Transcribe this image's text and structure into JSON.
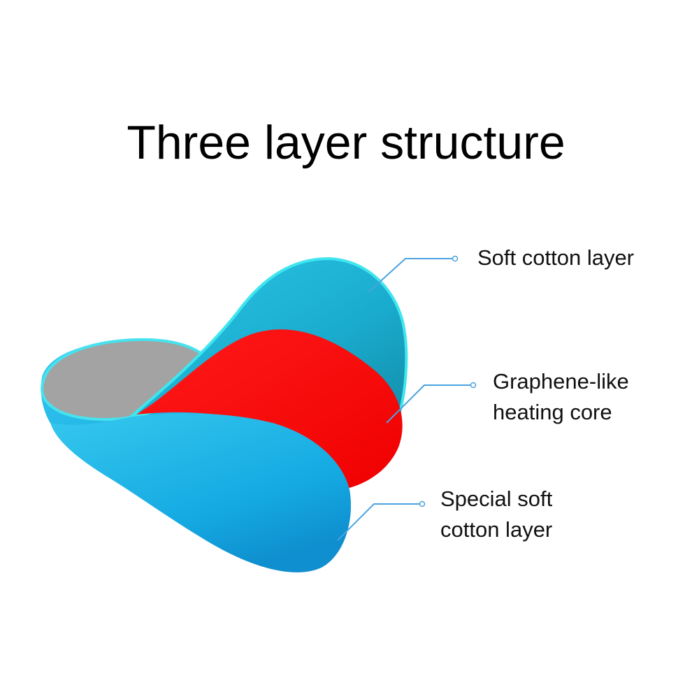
{
  "title": "Three layer structure",
  "layers": {
    "top": {
      "lines": [
        "Soft cotton layer"
      ]
    },
    "middle": {
      "lines": [
        "Graphene-like",
        "heating core"
      ]
    },
    "bottom": {
      "lines": [
        "Special soft",
        "cotton layer"
      ]
    }
  },
  "colors": {
    "top_layer": "#1fb8d8",
    "top_layer_edge": "#3fe6ee",
    "heating_core": "#ff1010",
    "bottom_layer": "#19b0e6",
    "insole_inside": "#a0a0a0",
    "leader_line": "#4aa3e0"
  }
}
